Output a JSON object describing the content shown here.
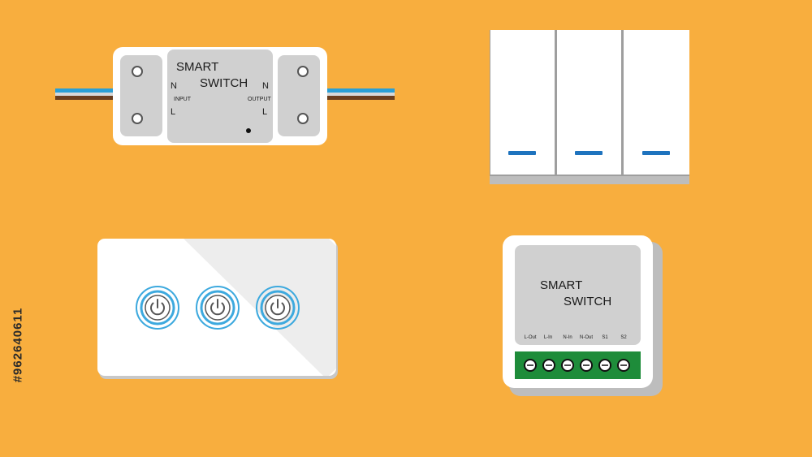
{
  "colors": {
    "background": "#F8AE3E",
    "device_white": "#FFFFFF",
    "device_gray": "#D0D0D0",
    "panel_gray": "#E6E6E6",
    "rocker_led": "#1E73BE",
    "touch_ring": "#3DA9DE",
    "terminal_green": "#1E8C3A",
    "wire_blue": "#2A9FD6",
    "wire_brown": "#6B3E1E"
  },
  "inline_module": {
    "title_line1": "SMART",
    "title_line2": "SWITCH",
    "input_label": "INPUT",
    "output_label": "OUTPUT",
    "input_n": "N",
    "input_l": "L",
    "output_n": "N",
    "output_l": "L"
  },
  "rocker_switch": {
    "gang_count": 3
  },
  "touch_panel": {
    "button_count": 3,
    "icon": "power-icon"
  },
  "mini_module": {
    "title_line1": "SMART",
    "title_line2": "SWITCH",
    "terminal_labels": [
      "L-Out",
      "L-In",
      "N-In",
      "N-Out",
      "S1",
      "S2"
    ]
  },
  "side_id": "#962640611"
}
